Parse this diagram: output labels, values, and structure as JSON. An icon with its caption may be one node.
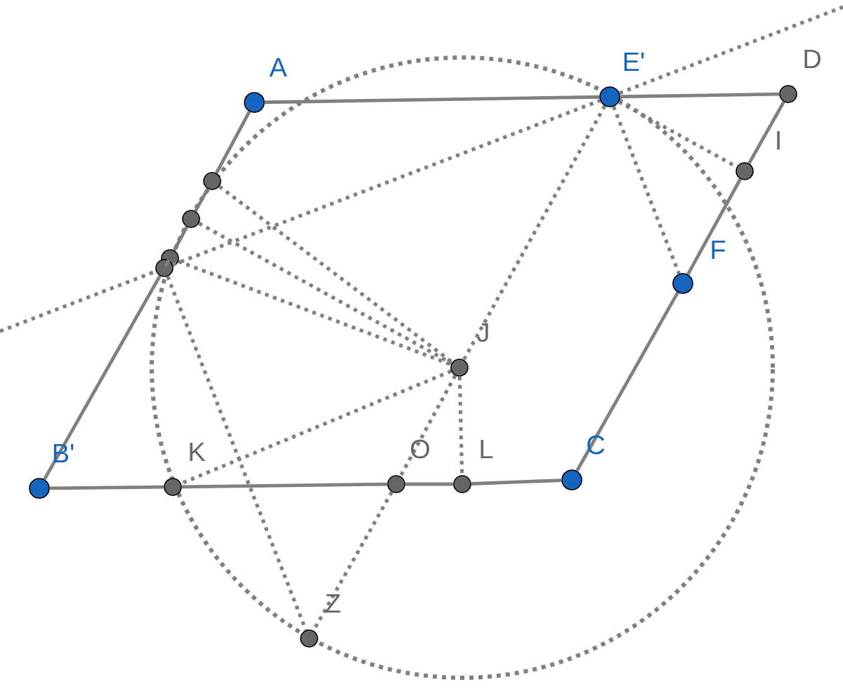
{
  "diagram": {
    "nodes": [
      {
        "text": [
          "A"
        ]
      },
      {
        "text": [
          "E'"
        ]
      },
      {
        "text": [
          "D"
        ]
      },
      {
        "text": [
          "I"
        ]
      },
      {
        "text": [],
        "shape": "circle"
      },
      {
        "text": [],
        "shape": "circle"
      },
      {
        "text": [],
        "shape": "circle"
      },
      {
        "text": [],
        "shape": "circle"
      },
      {
        "text": [
          "F"
        ]
      },
      {
        "text": [
          "J"
        ]
      },
      {
        "text": [
          "B'"
        ]
      },
      {
        "text": [
          "K"
        ]
      },
      {
        "text": [
          "O"
        ]
      },
      {
        "text": [
          "L"
        ]
      },
      {
        "text": [
          "C"
        ]
      },
      {
        "text": [
          "Z"
        ]
      }
    ],
    "edges": [
      {
        "from": 0,
        "to": 1,
        "arrow": "none"
      },
      {
        "from": 1,
        "to": 2,
        "arrow": "none"
      },
      {
        "from": 2,
        "to": 3,
        "arrow": "none"
      },
      {
        "from": 3,
        "to": 8,
        "arrow": "none"
      },
      {
        "from": 8,
        "to": 14,
        "arrow": "none"
      },
      {
        "from": 14,
        "to": 13,
        "arrow": "none"
      },
      {
        "from": 13,
        "to": 12,
        "arrow": "none"
      },
      {
        "from": 12,
        "to": 11,
        "arrow": "none"
      },
      {
        "from": 11,
        "to": 10,
        "arrow": "none"
      },
      {
        "from": 10,
        "to": 7,
        "arrow": "none"
      },
      {
        "from": 7,
        "to": 6,
        "arrow": "none"
      },
      {
        "from": 6,
        "to": 5,
        "arrow": "none"
      },
      {
        "from": 5,
        "to": 4,
        "arrow": "none"
      },
      {
        "from": 4,
        "to": 0,
        "arrow": "none"
      },
      {
        "from": null,
        "to": 7,
        "arrow": "none",
        "style": "dashed"
      },
      {
        "from": 7,
        "to": 1,
        "arrow": "none",
        "style": "dashed"
      },
      {
        "from": 1,
        "to": null,
        "arrow": "none",
        "style": "dashed"
      },
      {
        "from": 1,
        "to": 9,
        "arrow": "none",
        "style": "dashed"
      },
      {
        "from": 1,
        "to": 8,
        "arrow": "none",
        "style": "dashed"
      },
      {
        "from": 1,
        "to": 3,
        "arrow": "none",
        "style": "dashed"
      },
      {
        "from": 4,
        "to": 9,
        "arrow": "none",
        "style": "dashed"
      },
      {
        "from": 5,
        "to": 9,
        "arrow": "none",
        "style": "dashed"
      },
      {
        "from": 6,
        "to": 9,
        "arrow": "none",
        "style": "dashed"
      },
      {
        "from": 9,
        "to": 11,
        "arrow": "none",
        "style": "dashed"
      },
      {
        "from": 9,
        "to": 12,
        "arrow": "none",
        "style": "dashed"
      },
      {
        "from": 12,
        "to": 15,
        "arrow": "none",
        "style": "dashed"
      },
      {
        "from": 9,
        "to": 13,
        "arrow": "none",
        "style": "dashed"
      },
      {
        "from": 7,
        "to": 15,
        "arrow": "none",
        "style": "dashed"
      }
    ]
  }
}
